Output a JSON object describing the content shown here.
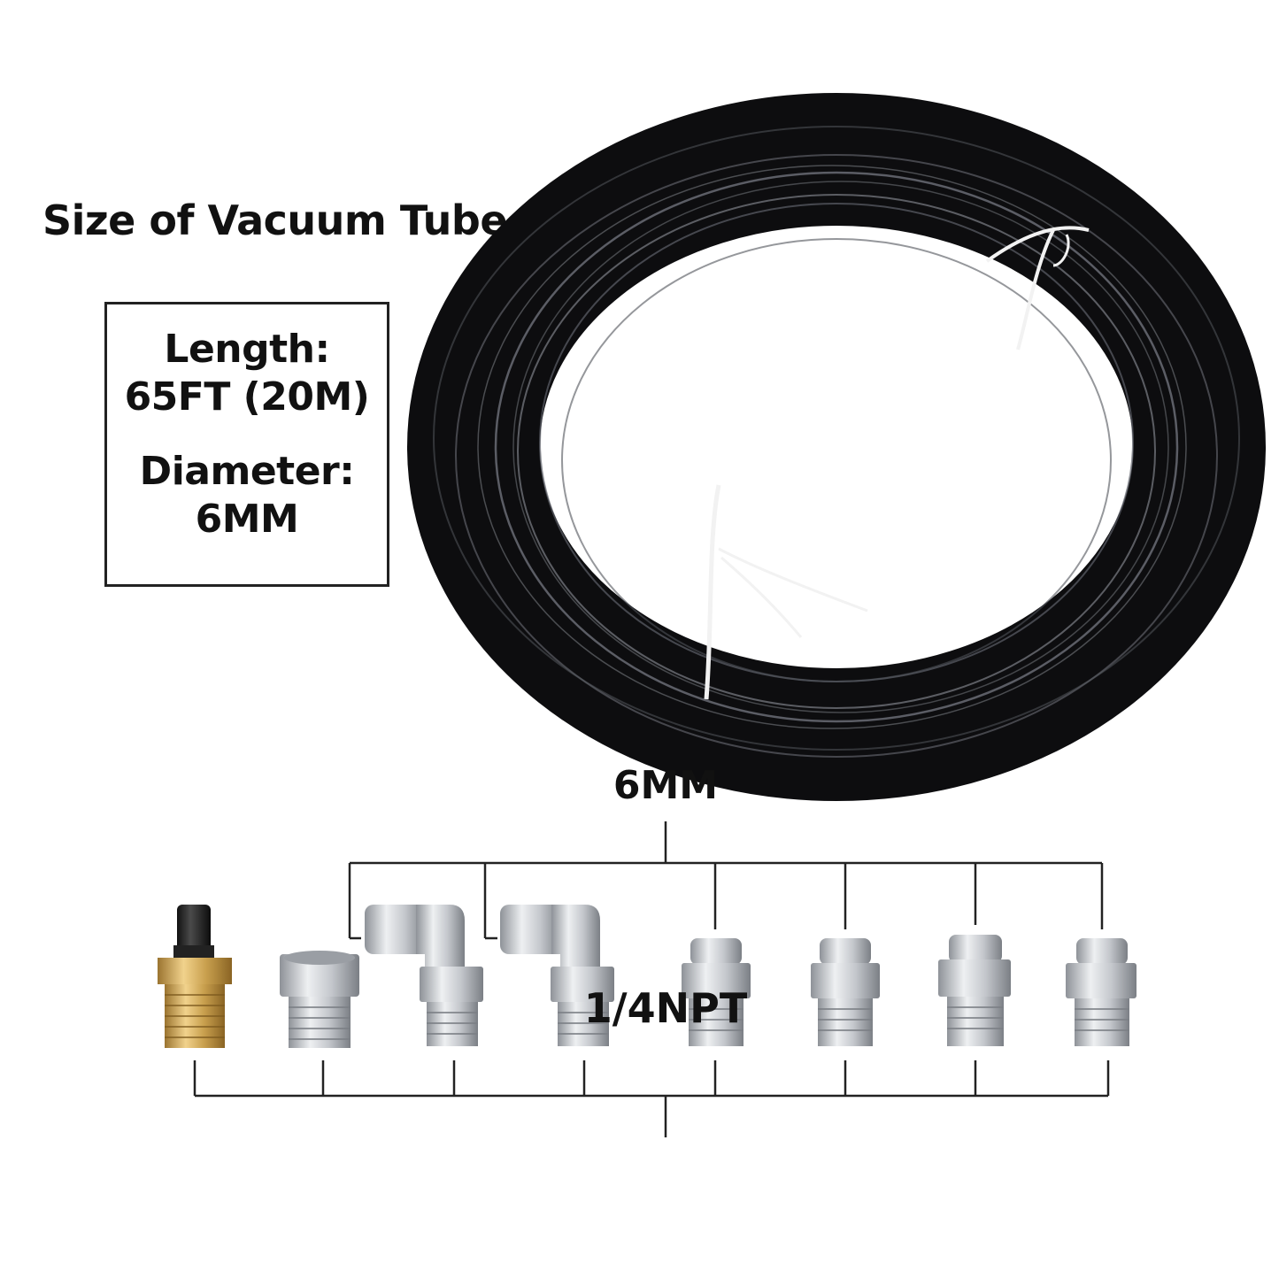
{
  "title": "Size of Vacuum Tube",
  "spec": {
    "length_label": "Length:",
    "length_value": "65FT (20M)",
    "diameter_label": "Diameter:",
    "diameter_value": "6MM"
  },
  "callouts": {
    "top_label": "6MM",
    "bottom_label": "1/4NPT"
  },
  "colors": {
    "tube": "#0d0d0f",
    "tube_highlight": "#7d8088",
    "brass": "#c9a04e",
    "steel": "#c4c7cc",
    "line": "#222222"
  },
  "fittings": [
    {
      "kind": "brass-valve-fitting"
    },
    {
      "kind": "hex-adapter-fitting"
    },
    {
      "kind": "elbow-push-fitting"
    },
    {
      "kind": "elbow-push-fitting"
    },
    {
      "kind": "straight-push-fitting"
    },
    {
      "kind": "straight-push-fitting"
    },
    {
      "kind": "straight-push-fitting"
    },
    {
      "kind": "straight-push-fitting"
    }
  ]
}
